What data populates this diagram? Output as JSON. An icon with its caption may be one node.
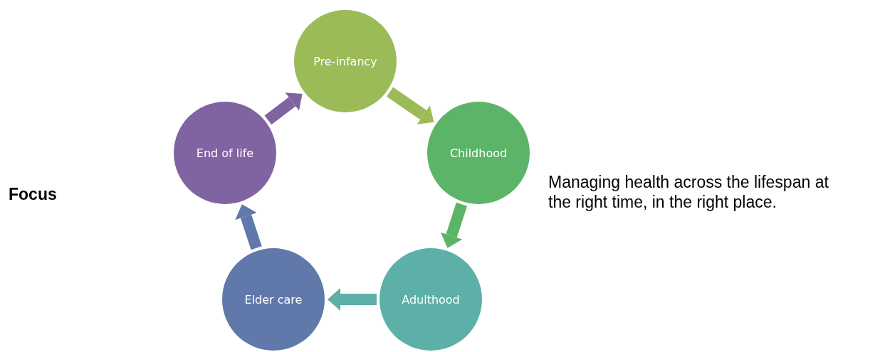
{
  "diagram": {
    "nodes": [
      {
        "text": [
          "Pre-infancy"
        ]
      },
      {
        "text": [
          "Childhood"
        ]
      },
      {
        "text": [
          "Adulthood"
        ]
      },
      {
        "text": [
          "Elder care"
        ]
      },
      {
        "text": [
          "End of life"
        ]
      }
    ],
    "edges": [
      {
        "from": 0,
        "to": 1,
        "arrow": "to",
        "color": "#9bbb59"
      },
      {
        "from": 1,
        "to": 2,
        "arrow": "to",
        "color": "#5cb468"
      },
      {
        "from": 2,
        "to": 3,
        "arrow": "to",
        "color": "#5cb0a8"
      },
      {
        "from": 3,
        "to": 4,
        "arrow": "to",
        "color": "#6079aa"
      },
      {
        "from": 4,
        "to": 0,
        "arrow": "to",
        "color": "#8064a2"
      }
    ],
    "labels": [
      "Focus",
      "Managing health across the lifespan at the right time, in the right place."
    ]
  }
}
